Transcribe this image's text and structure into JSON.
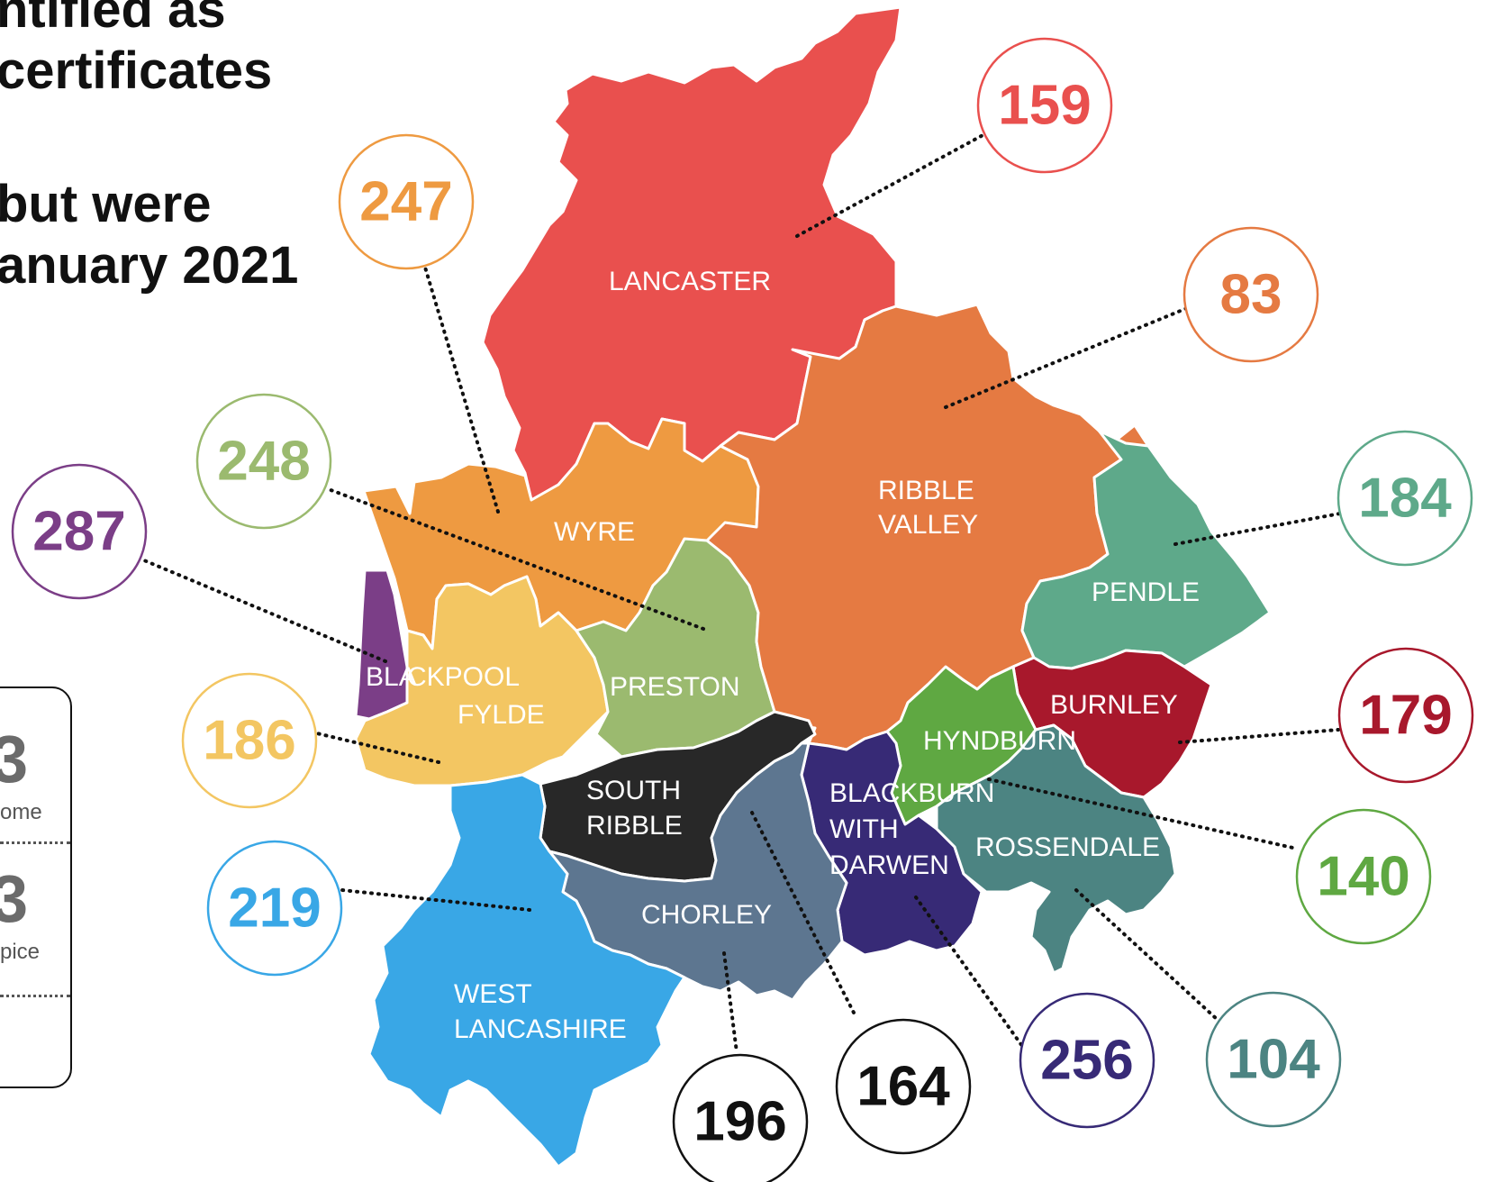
{
  "heading": {
    "line1": "ntified as",
    "line2": "certificates",
    "line3": "but were",
    "line4": "anuary 2021"
  },
  "legend": {
    "item1_number": "3",
    "item1_label": "ome",
    "item2_number": "3",
    "item2_label": "pice"
  },
  "colors": {
    "lancaster": "#e9504e",
    "wyre": "#ee9a41",
    "blackpool": "#7b3e87",
    "fylde": "#f3c662",
    "preston": "#9bba6f",
    "ribble_valley": "#e57a42",
    "pendle": "#5ea98a",
    "burnley": "#a8182c",
    "hyndburn": "#5fa842",
    "rossendale": "#4c8482",
    "blackburn_with_darwen": "#372a76",
    "south_ribble": "#282828",
    "chorley": "#5d7690",
    "west_lancashire": "#39a7e6",
    "black": "#111111"
  },
  "regions": {
    "lancaster": {
      "label": [
        "LANCASTER"
      ]
    },
    "wyre": {
      "label": [
        "WYRE"
      ]
    },
    "blackpool": {
      "label": [
        "BLA"
      ]
    },
    "fylde": {
      "label": [
        "CKPOOL",
        "FYLDE"
      ]
    },
    "preston": {
      "label": [
        "PRESTON"
      ]
    },
    "ribble_valley": {
      "label": [
        "RIBBLE",
        "VALLEY"
      ]
    },
    "pendle": {
      "label": [
        "PENDLE"
      ]
    },
    "burnley": {
      "label": [
        "BURNLEY"
      ]
    },
    "hyndburn": {
      "label": [
        "HYNDBURN"
      ]
    },
    "blackburn_with_darwen": {
      "label": [
        "BLACKBURN",
        "WITH",
        "DARWEN"
      ]
    },
    "rossendale": {
      "label": [
        "ROSSENDALE"
      ]
    },
    "south_ribble": {
      "label": [
        "SOUTH",
        "RIBBLE"
      ]
    },
    "chorley": {
      "label": [
        "CHORLEY"
      ]
    },
    "west_lancashire": {
      "label": [
        "WEST",
        "LANCASHIRE"
      ]
    }
  },
  "values": {
    "lancaster": "159",
    "wyre": "247",
    "preston": "248",
    "blackpool": "287",
    "ribble_valley": "83",
    "pendle": "184",
    "burnley": "179",
    "hyndburn": "140",
    "fylde": "186",
    "west_lancashire": "219",
    "chorley": "196",
    "south_ribble": "164",
    "blackburn_with_darwen": "256",
    "rossendale": "104"
  }
}
